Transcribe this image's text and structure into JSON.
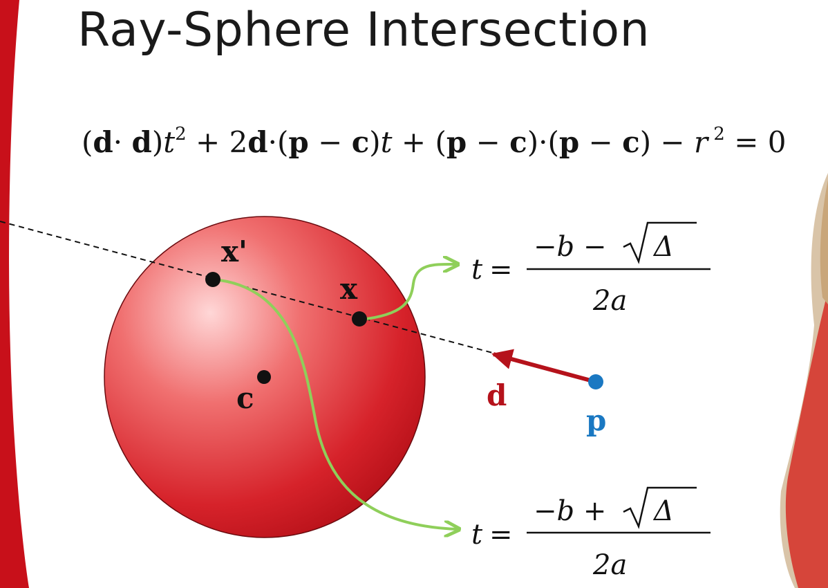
{
  "slide": {
    "title": "Ray-Sphere Intersection"
  },
  "equation": {
    "parts": [
      "(",
      "d",
      "· ",
      "d",
      ")",
      "t",
      "2",
      " + 2",
      "d",
      "·(",
      "p",
      " − ",
      "c",
      ")",
      "t",
      " + (",
      "p",
      " − ",
      "c",
      ")·(",
      "p",
      " − ",
      "c",
      ") − ",
      "r",
      " 2",
      " = 0"
    ]
  },
  "diagram": {
    "labels": {
      "x_prime": "x'",
      "x": "x",
      "c": "c",
      "d": "d",
      "p": "p"
    },
    "colors": {
      "sphere": "#d01e25",
      "ray_direction": "#b5121b",
      "origin_point": "#1a78c2",
      "guide_curves": "#8fcf5a",
      "slide_band": "#c8101a"
    }
  },
  "solutions": {
    "minus": {
      "t": "t",
      "eq": "=",
      "numerator_left": "−b − ",
      "delta": "Δ",
      "denominator": "2a"
    },
    "plus": {
      "t": "t",
      "eq": "=",
      "numerator_left": "−b + ",
      "delta": "Δ",
      "denominator": "2a"
    }
  }
}
